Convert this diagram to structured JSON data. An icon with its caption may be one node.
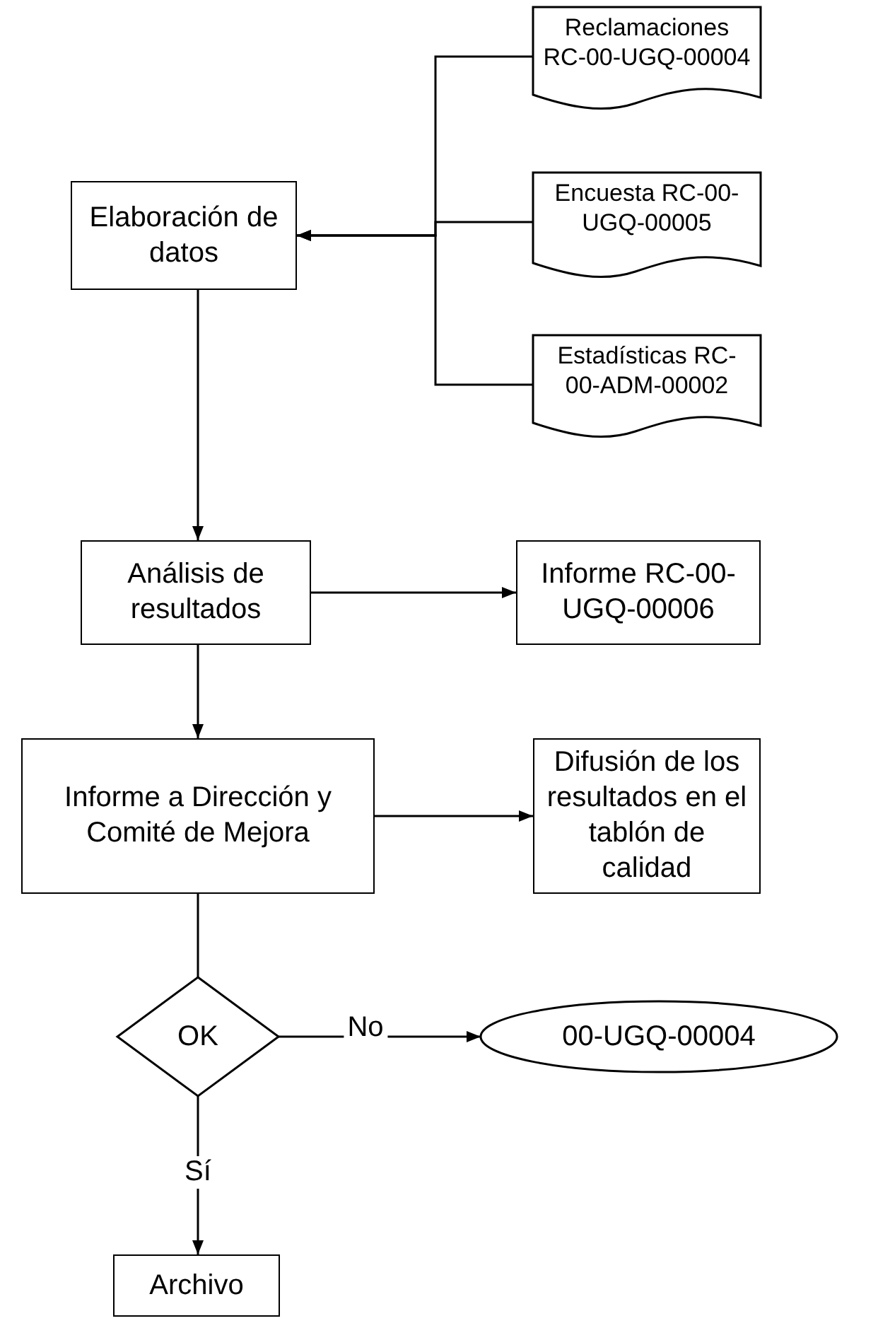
{
  "diagram": {
    "nodes": [
      {
        "text": [
          "Reclamaciones RC-00-UGQ-00004"
        ]
      },
      {
        "text": [
          "Encuesta RC-00-UGQ-00005"
        ]
      },
      {
        "text": [
          "Estadísticas RC-00-ADM-00002"
        ]
      },
      {
        "text": [
          "Elaboración de datos"
        ]
      },
      {
        "text": [
          "Análisis de resultados"
        ]
      },
      {
        "text": [
          "Informe RC-00-UGQ-00006"
        ]
      },
      {
        "text": [
          "Informe a Dirección y Comité de Mejora"
        ]
      },
      {
        "text": [
          "Difusión de los resultados en el tablón de calidad"
        ]
      },
      {
        "text": [
          "OK"
        ]
      },
      {
        "text": [
          "00-UGQ-00004"
        ]
      },
      {
        "text": [
          "Archivo"
        ]
      }
    ],
    "edges": [
      {
        "from": 0,
        "to": 3,
        "arrow": "to"
      },
      {
        "from": 1,
        "to": 3,
        "arrow": "to"
      },
      {
        "from": 2,
        "to": 3,
        "arrow": "to"
      },
      {
        "from": 3,
        "to": 4,
        "arrow": "to"
      },
      {
        "from": 4,
        "to": 5,
        "arrow": "to"
      },
      {
        "from": 4,
        "to": 6,
        "arrow": "to"
      },
      {
        "from": 6,
        "to": 7,
        "arrow": "to"
      },
      {
        "from": 6,
        "to": 8,
        "arrow": "none"
      },
      {
        "from": 8,
        "to": 9,
        "label": "No",
        "arrow": "to"
      },
      {
        "from": 8,
        "to": 10,
        "label": "Sí",
        "arrow": "to"
      }
    ]
  }
}
